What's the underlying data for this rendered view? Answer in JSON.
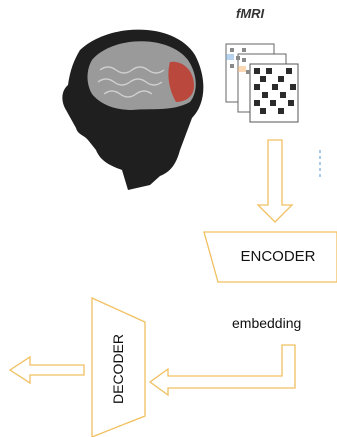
{
  "labels": {
    "fmri": "fMRI",
    "encoder": "ENCODER",
    "embedding": "embedding",
    "decoder": "DECODER"
  },
  "icons": {
    "head": "head-brain-icon",
    "scans": "fmri-scan-stack-icon"
  },
  "colors": {
    "arrow_outline": "#f0c060",
    "box_outline": "#f0c060",
    "head": "#1f1f1f",
    "brain": "#9a9a9a",
    "brain_activation": "#c0392b"
  }
}
